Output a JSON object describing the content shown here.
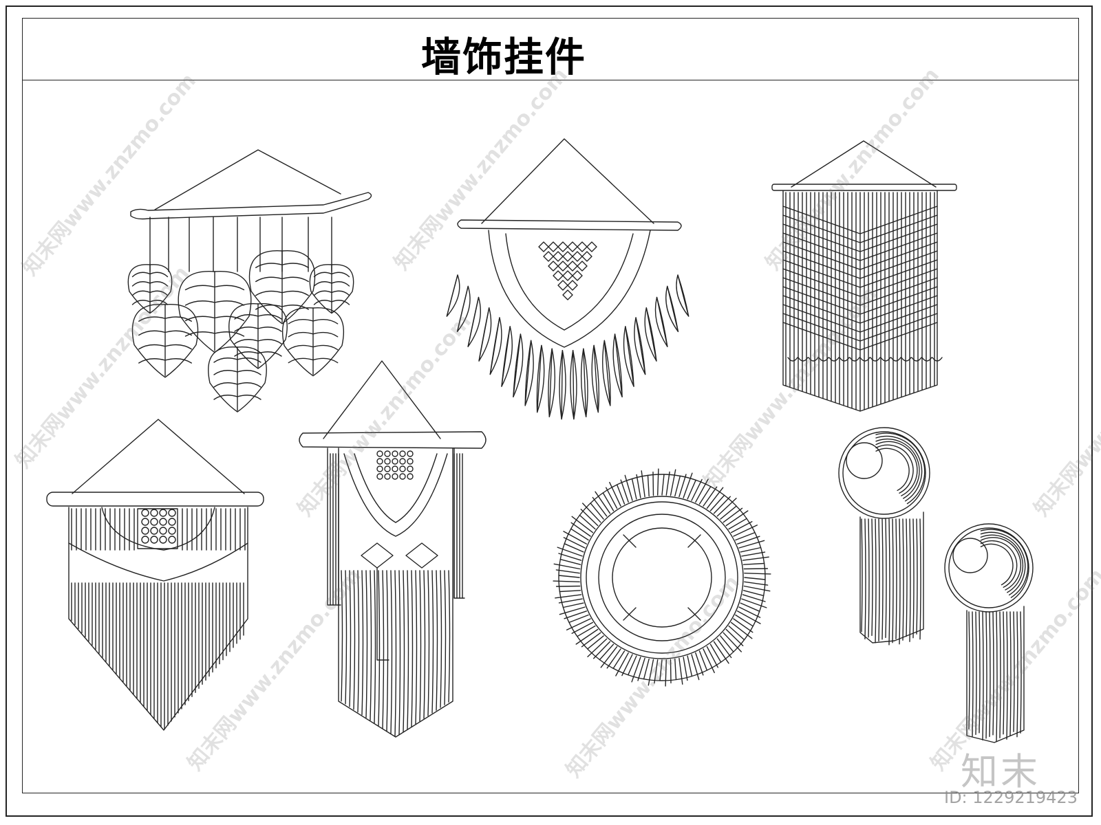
{
  "title": "墙饰挂件",
  "watermark": {
    "text": "知末网www.znzmo.com",
    "logo": "知末",
    "id_label": "ID: 1229219423"
  },
  "items": [
    {
      "name": "leaf-wall-hanging"
    },
    {
      "name": "feather-macrame-hanging"
    },
    {
      "name": "chevron-tapestry-hanging"
    },
    {
      "name": "v-fringe-macrame-hanging"
    },
    {
      "name": "diamond-knot-macrame-hanging"
    },
    {
      "name": "round-fringe-mirror"
    },
    {
      "name": "moon-dreamcatcher-upper"
    },
    {
      "name": "moon-dreamcatcher-lower"
    }
  ],
  "colors": {
    "line": "#222222",
    "watermark": "#9a9a9a"
  }
}
